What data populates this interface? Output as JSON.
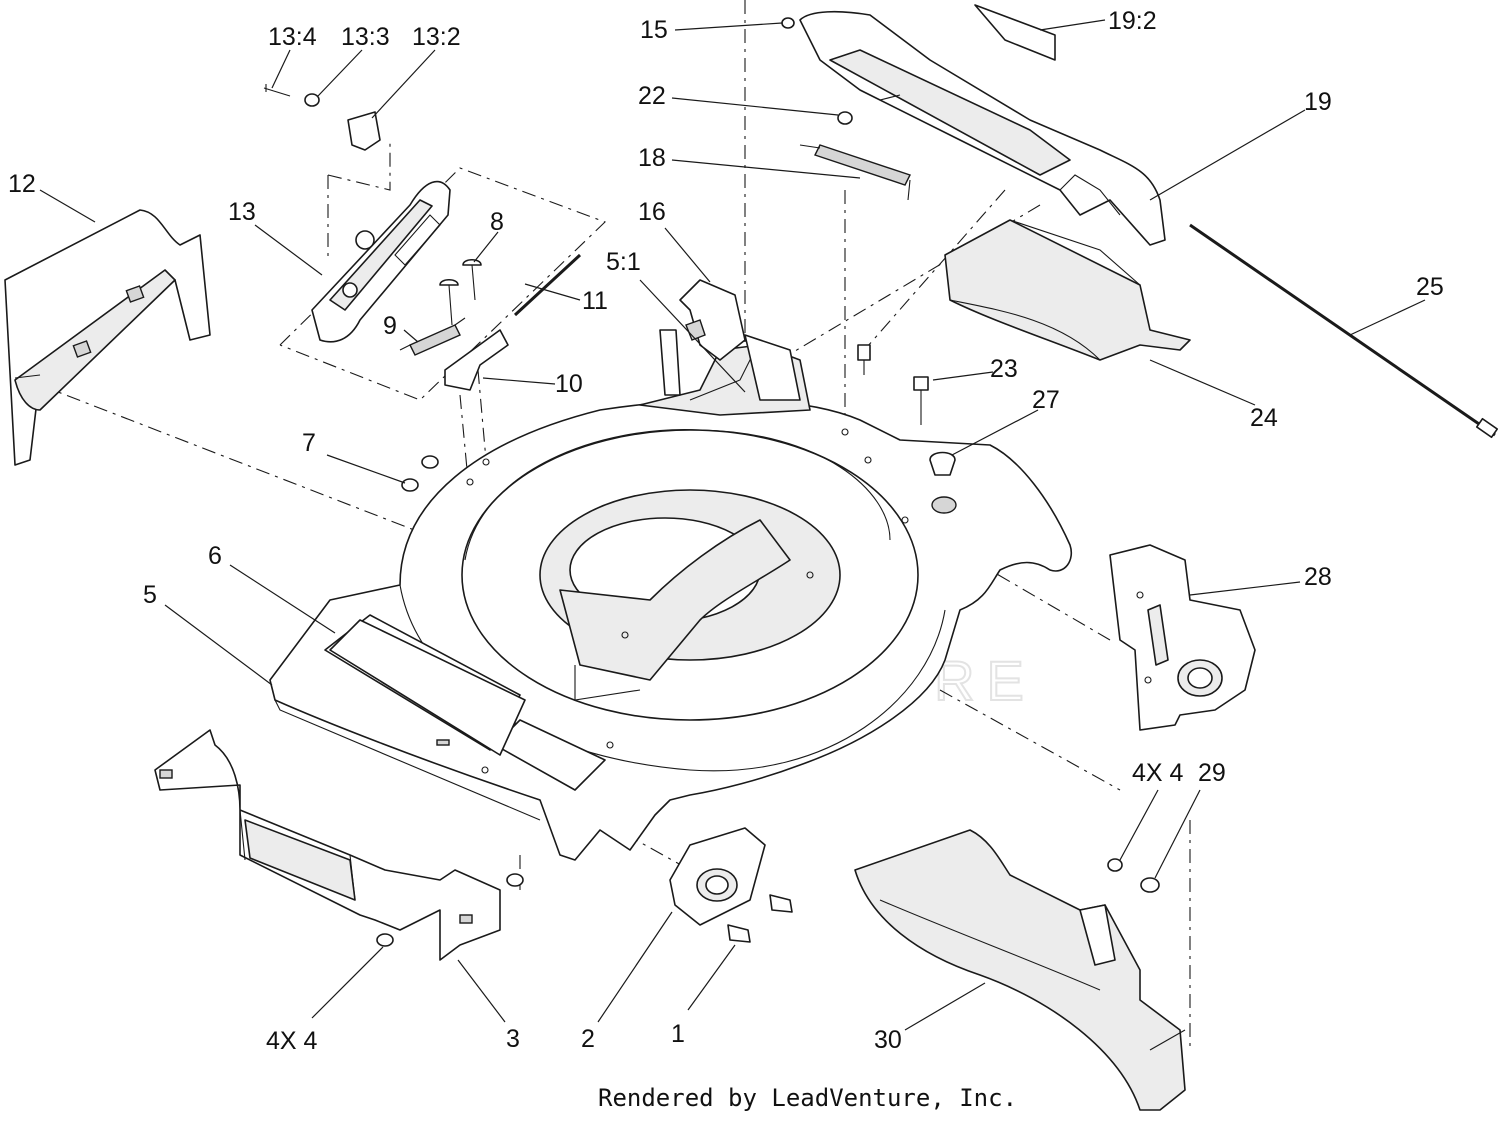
{
  "watermark": "LEADVENTURE",
  "footer": "Rendered by LeadVenture, Inc.",
  "callouts": {
    "c1": "1",
    "c2": "2",
    "c3": "3",
    "c4x4_left": "4X 4",
    "c4x4_right": "4X 4",
    "c5": "5",
    "c5_1": "5:1",
    "c6": "6",
    "c7": "7",
    "c8": "8",
    "c9": "9",
    "c10": "10",
    "c11": "11",
    "c12": "12",
    "c13": "13",
    "c13_2": "13:2",
    "c13_3": "13:3",
    "c13_4": "13:4",
    "c15": "15",
    "c16": "16",
    "c18": "18",
    "c19": "19",
    "c19_2": "19:2",
    "c22": "22",
    "c23": "23",
    "c24": "24",
    "c25": "25",
    "c27": "27",
    "c28": "28",
    "c29": "29",
    "c30": "30"
  }
}
